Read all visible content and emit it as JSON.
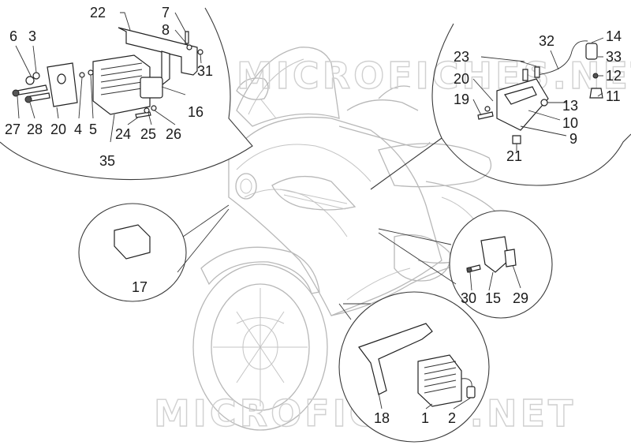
{
  "watermark": "MICROFICHES.NET",
  "callouts": {
    "c1": "1",
    "c2": "2",
    "c3": "3",
    "c4": "4",
    "c5": "5",
    "c6": "6",
    "c7": "7",
    "c8": "8",
    "c9": "9",
    "c10": "10",
    "c11": "11",
    "c12": "12",
    "c13": "13",
    "c14": "14",
    "c15": "15",
    "c16": "16",
    "c17": "17",
    "c18": "18",
    "c19": "19",
    "c20a": "20",
    "c20b": "20",
    "c21": "21",
    "c22": "22",
    "c23": "23",
    "c24": "24",
    "c25": "25",
    "c26": "26",
    "c27": "27",
    "c28": "28",
    "c29": "29",
    "c30": "30",
    "c31": "31",
    "c32": "32",
    "c33": "33",
    "c35": "35"
  },
  "colors": {
    "ink": "#1a1a1a",
    "ghost_outline": "#b8b8b8",
    "watermark": "#d0d0d0"
  }
}
